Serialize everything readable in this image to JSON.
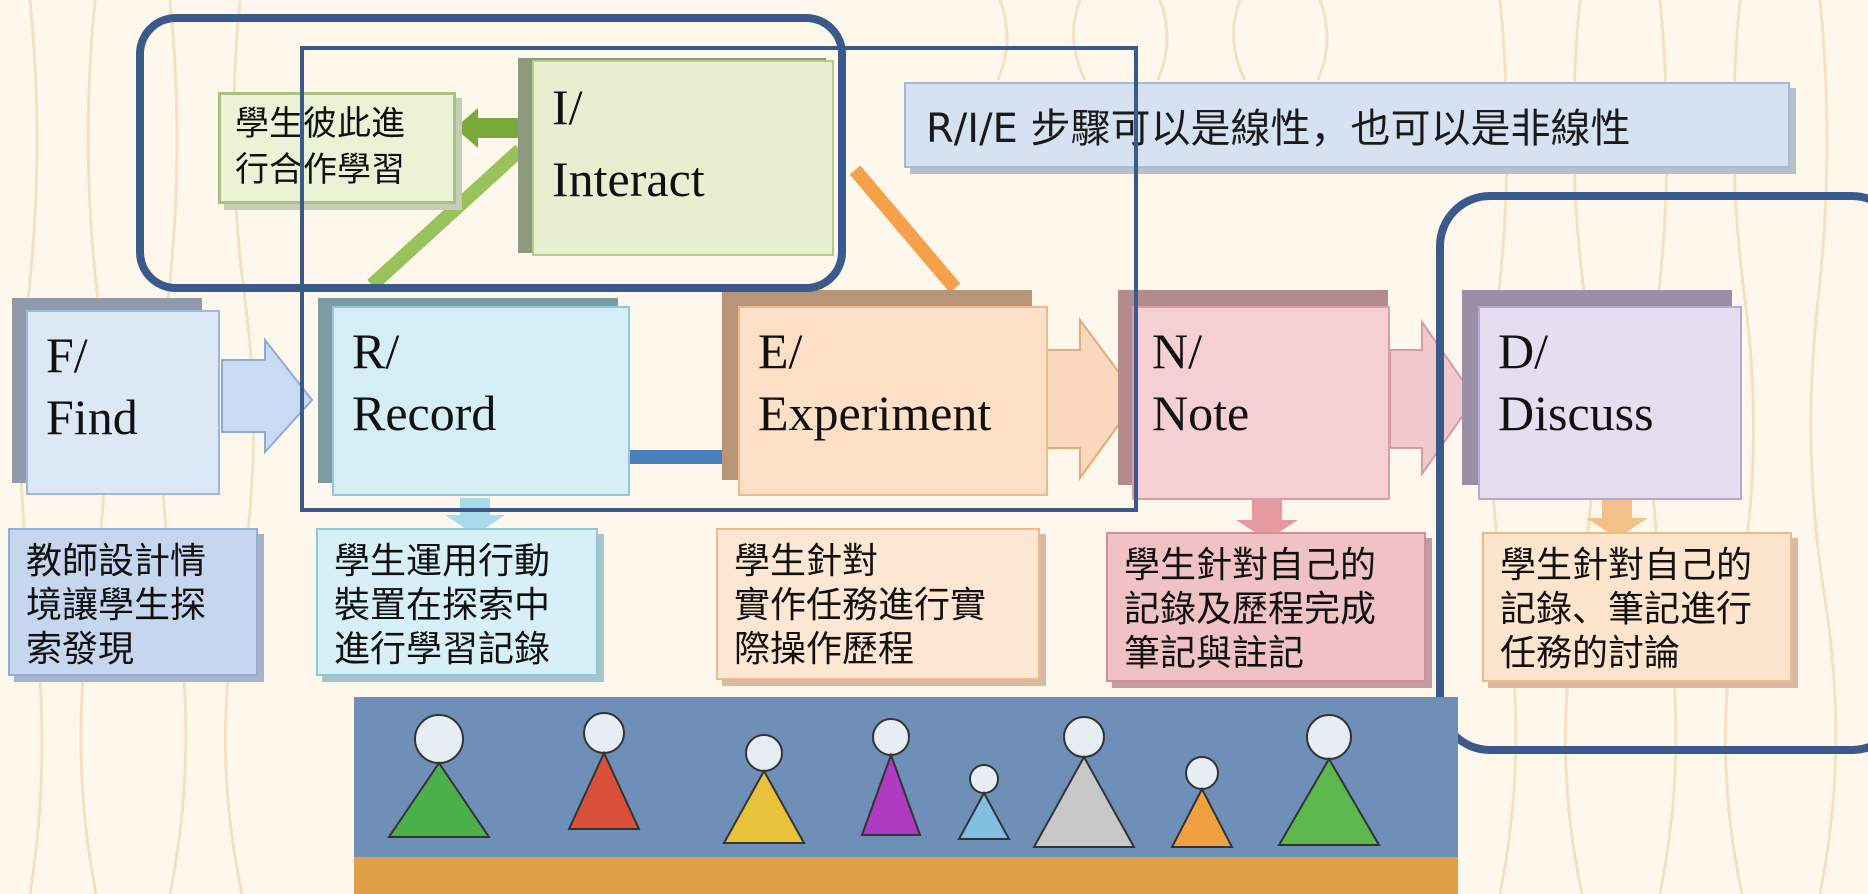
{
  "note": "R/I/E 步驟可以是線性，也可以是非線性",
  "interact_note": [
    "學生彼此進",
    "行合作學習"
  ],
  "steps": {
    "find": {
      "letter": "F/",
      "word": "Find",
      "desc": [
        "教師設計情",
        "境讓學生探",
        "索發現"
      ]
    },
    "record": {
      "letter": "R/",
      "word": "Record",
      "desc": [
        "學生運用行動",
        "裝置在探索中",
        "進行學習記錄"
      ]
    },
    "interact": {
      "letter": "I/",
      "word": "Interact"
    },
    "experiment": {
      "letter": "E/",
      "word": "Experiment",
      "desc": [
        "學生針對",
        "實作任務進行實",
        "際操作歷程"
      ]
    },
    "note_step": {
      "letter": "N/",
      "word": "Note",
      "desc": [
        "學生針對自己的",
        "記錄及歷程完成",
        "筆記與註記"
      ]
    },
    "discuss": {
      "letter": "D/",
      "word": "Discuss",
      "desc": [
        "學生針對自己的",
        "記錄、筆記進行",
        "任務的討論"
      ]
    }
  },
  "colors": {
    "frame": "#3a5a8c",
    "find": "#dde8f7",
    "record": "#d5eef6",
    "interact": "#e6f0d0",
    "experiment": "#fde0c6",
    "note": "#f5d0d2",
    "discuss": "#e6ddf0"
  }
}
